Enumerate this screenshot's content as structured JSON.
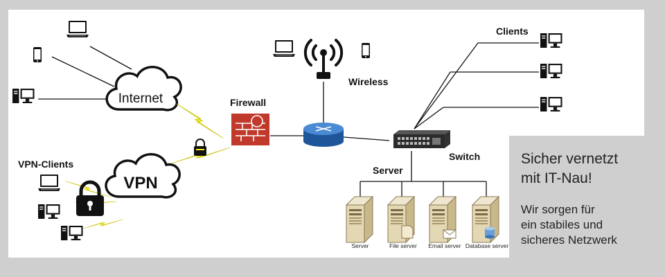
{
  "labels": {
    "internet": "Internet",
    "vpn": "VPN",
    "firewall": "Firewall",
    "wireless": "Wireless",
    "clients": "Clients",
    "switch": "Switch",
    "server": "Server",
    "vpn_clients": "VPN-Clients"
  },
  "servers": [
    {
      "caption": "Server",
      "icon": "server-tower-icon"
    },
    {
      "caption": "File server",
      "icon": "file-server-icon"
    },
    {
      "caption": "Email server",
      "icon": "email-server-icon"
    },
    {
      "caption": "Database server",
      "icon": "database-server-icon"
    }
  ],
  "promo": {
    "headline_1": "Sicher vernetzt",
    "headline_2": "mit IT-Nau!",
    "body_1": "Wir sorgen für",
    "body_2": "ein stabiles und",
    "body_3": "sicheres Netzwerk"
  },
  "colors": {
    "background": "#cfcfcf",
    "canvas": "#ffffff",
    "firewall": "#c0392b",
    "router": "#2f6db5",
    "lightning": "#f5ee1a"
  }
}
